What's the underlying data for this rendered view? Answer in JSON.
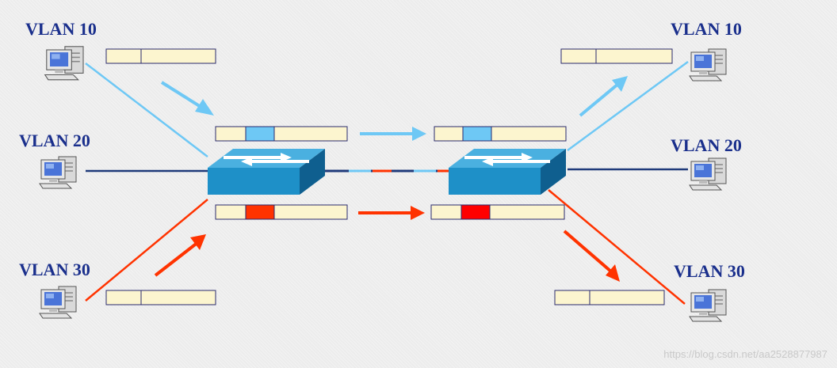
{
  "labels": {
    "left_vlan10": "VLAN 10",
    "left_vlan20": "VLAN 20",
    "left_vlan30": "VLAN 30",
    "right_vlan10": "VLAN 10",
    "right_vlan20": "VLAN 20",
    "right_vlan30": "VLAN 30"
  },
  "watermark": "https://blog.csdn.net/aa2528877987",
  "colors": {
    "vlan10": "#6ec8f5",
    "vlan20": "#1f3a7a",
    "vlan30": "#ff3300",
    "vlan30_tag_right": "#ff0000",
    "frame_fill": "#fcf5cf",
    "frame_border": "#2a2a6e",
    "switch_front": "#1e90c8",
    "switch_top": "#4ab0e0",
    "switch_side": "#0f5f8f",
    "label": "#1a2f8c"
  },
  "icons": [
    "pc-icon",
    "switch-icon",
    "arrow-icon",
    "ethernet-frame-icon",
    "vlan-tag-icon"
  ]
}
